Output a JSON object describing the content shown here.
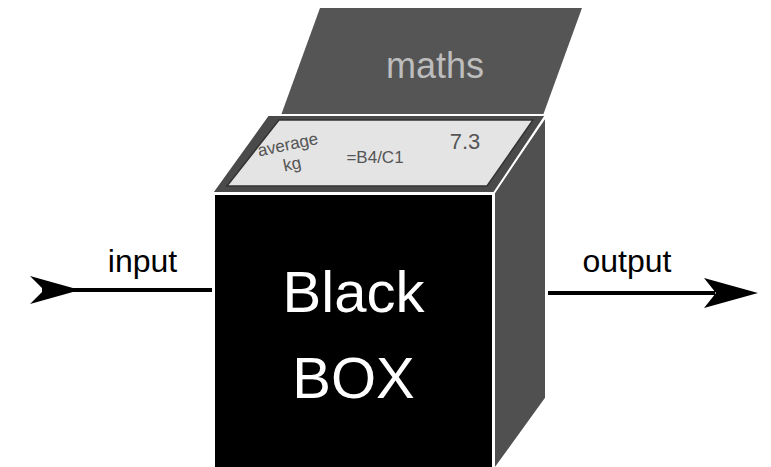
{
  "diagram": {
    "nodes": [
      {
        "text": [
          "maths"
        ]
      },
      {
        "text": [
          "average kg",
          "=B4/C1",
          "7.3"
        ]
      },
      {
        "text": [
          "Black BOX"
        ]
      }
    ],
    "labels": [
      "input",
      "output"
    ]
  }
}
